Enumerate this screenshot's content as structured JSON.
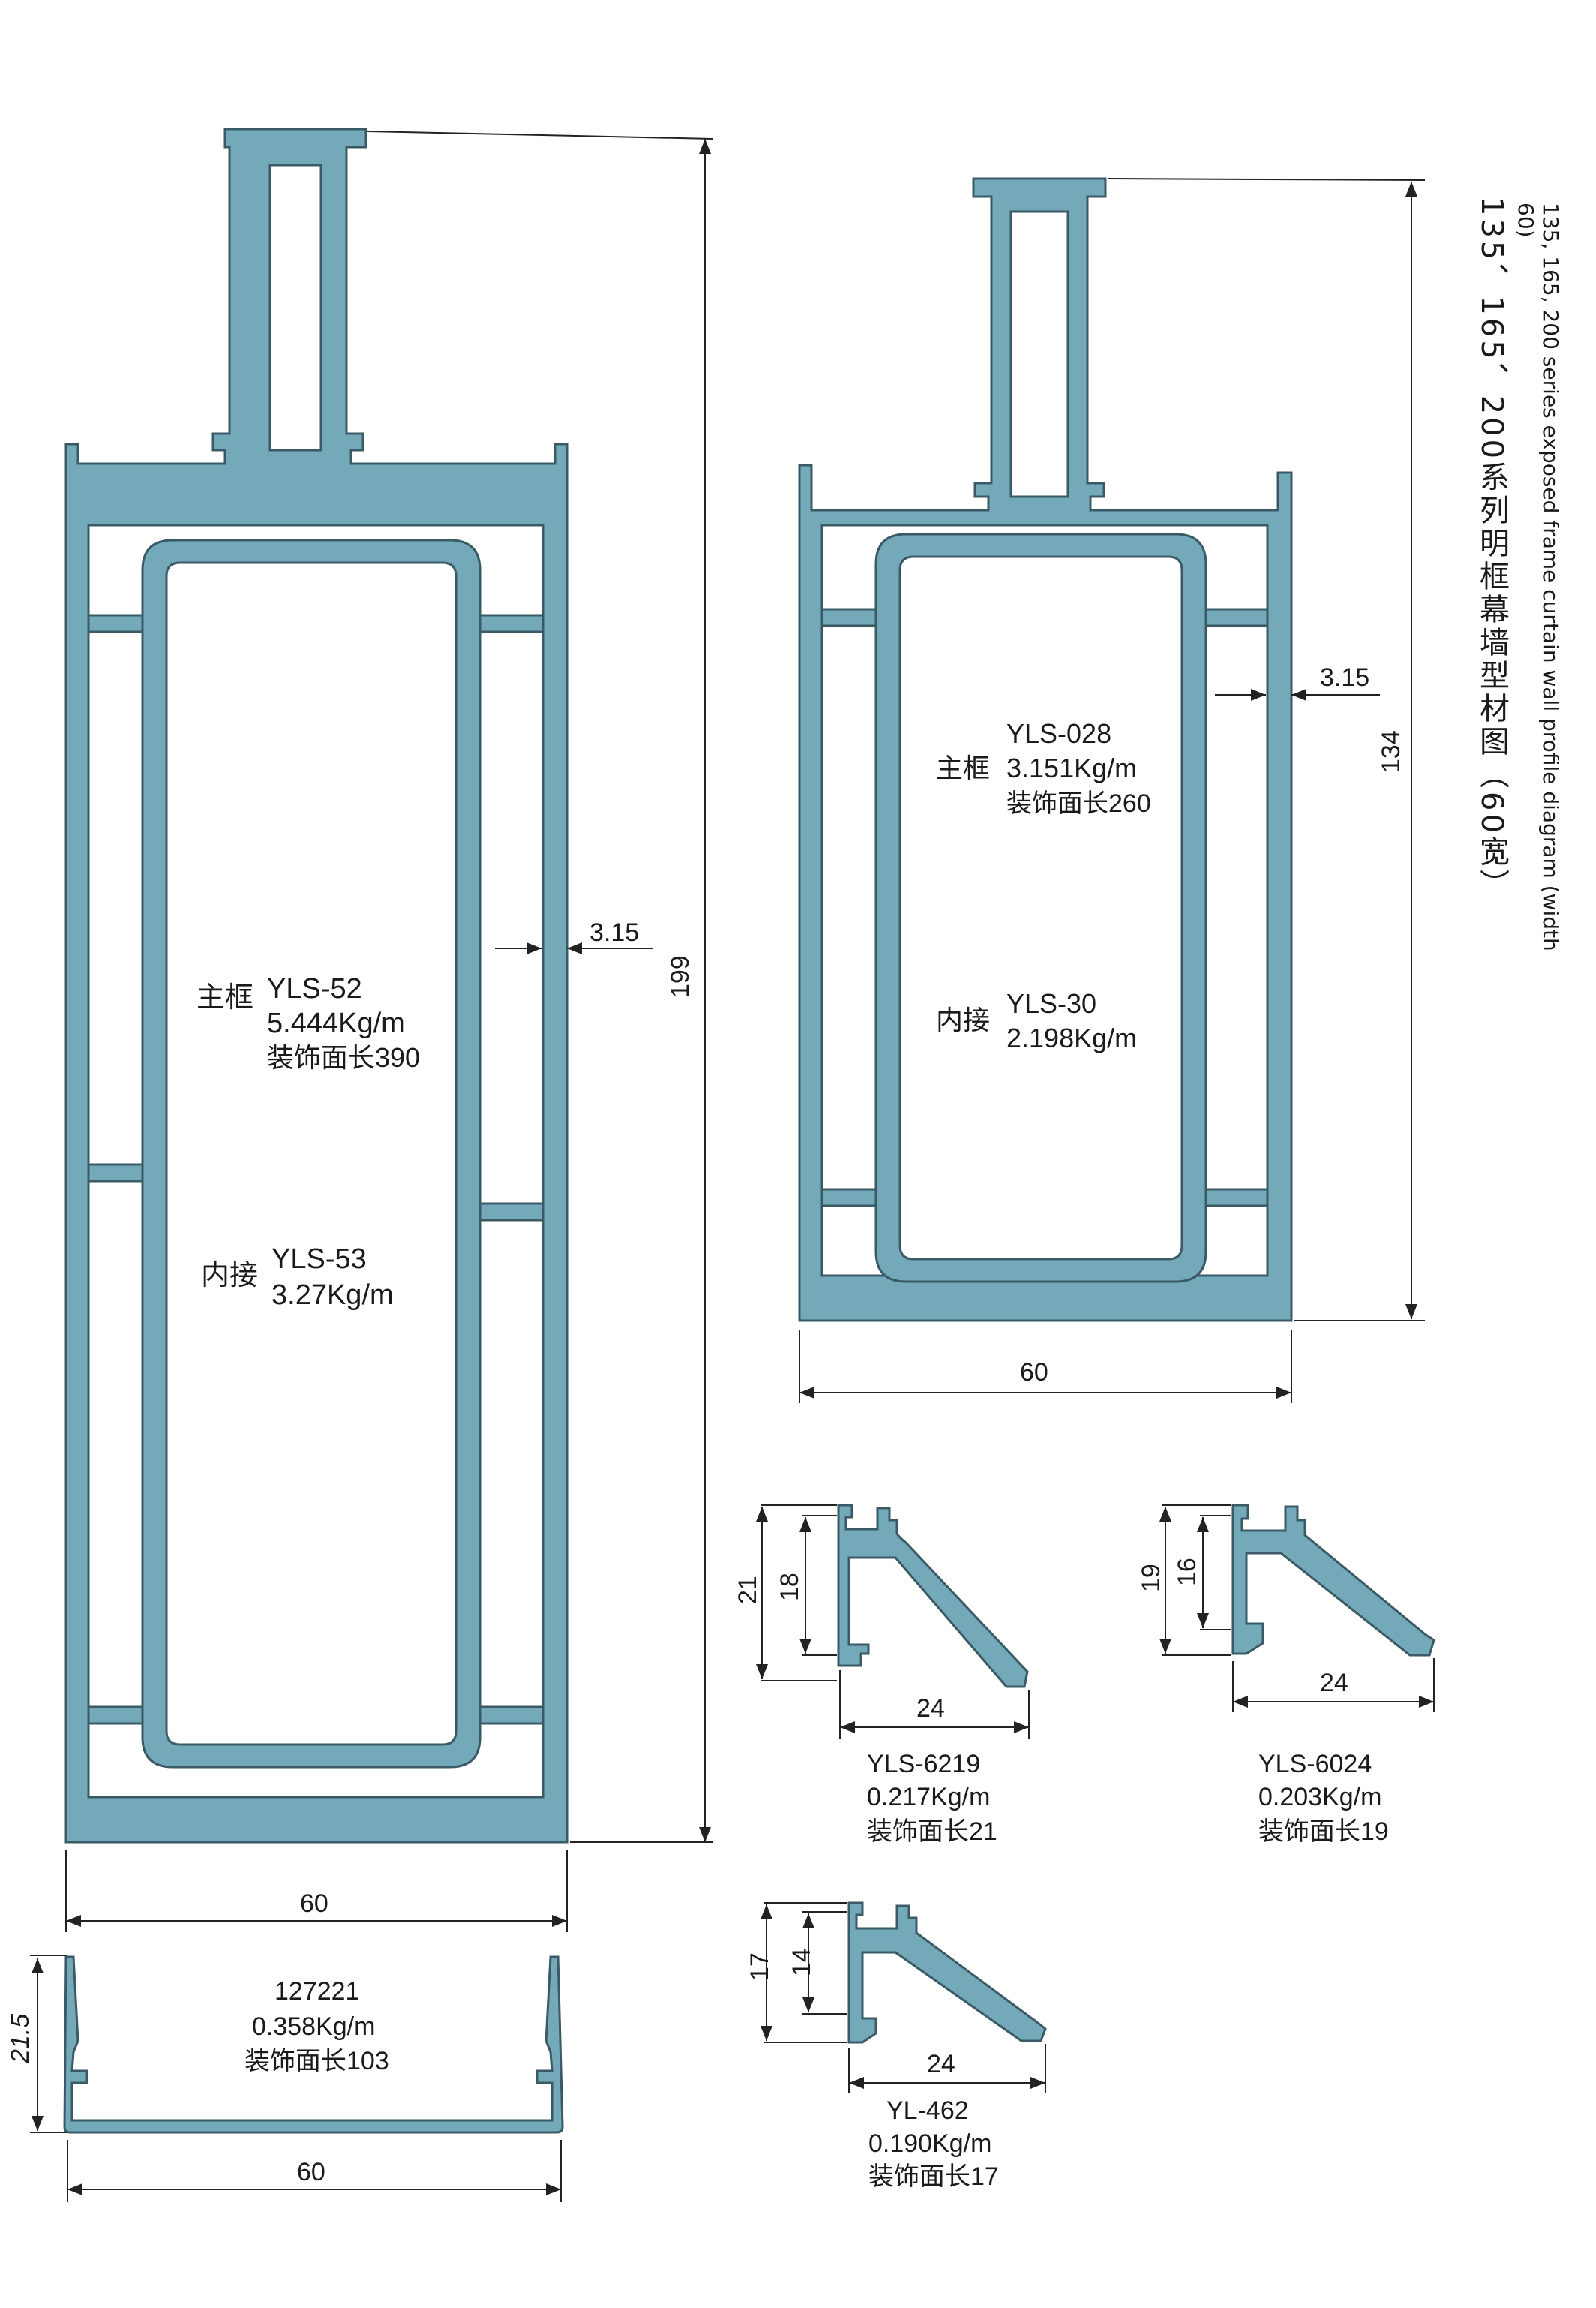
{
  "title": {
    "en": "135, 165, 200 series exposed frame curtain wall profile diagram (width 60)",
    "zh": "135、165、200系列明框幕墙型材图（60宽）"
  },
  "colors": {
    "aluminum": "#74a9b9",
    "outline": "#3a5a66"
  },
  "profile_large": {
    "main_label": "主框",
    "main_code": "YLS-52",
    "main_weight": "5.444Kg/m",
    "main_face": "装饰面长390",
    "inner_label": "内接",
    "inner_code": "YLS-53",
    "inner_weight": "3.27Kg/m",
    "dim_height": "199",
    "dim_wall": "3.15",
    "dim_width": "60"
  },
  "profile_medium": {
    "main_label": "主框",
    "main_code": "YLS-028",
    "main_weight": "3.151Kg/m",
    "main_face": "装饰面长260",
    "inner_label": "内接",
    "inner_code": "YLS-30",
    "inner_weight": "2.198Kg/m",
    "dim_height": "134",
    "dim_wall": "3.15",
    "dim_width": "60"
  },
  "profile_cover": {
    "code": "127221",
    "weight": "0.358Kg/m",
    "face": "装饰面长103",
    "dim_height": "21.5",
    "dim_width": "60"
  },
  "profile_6219": {
    "code": "YLS-6219",
    "weight": "0.217Kg/m",
    "face": "装饰面长21",
    "dim_outer": "21",
    "dim_inner": "18",
    "dim_width": "24"
  },
  "profile_6024": {
    "code": "YLS-6024",
    "weight": "0.203Kg/m",
    "face": "装饰面长19",
    "dim_outer": "19",
    "dim_inner": "16",
    "dim_width": "24"
  },
  "profile_462": {
    "code": "YL-462",
    "weight": "0.190Kg/m",
    "face": "装饰面长17",
    "dim_outer": "17",
    "dim_inner": "14",
    "dim_width": "24"
  }
}
